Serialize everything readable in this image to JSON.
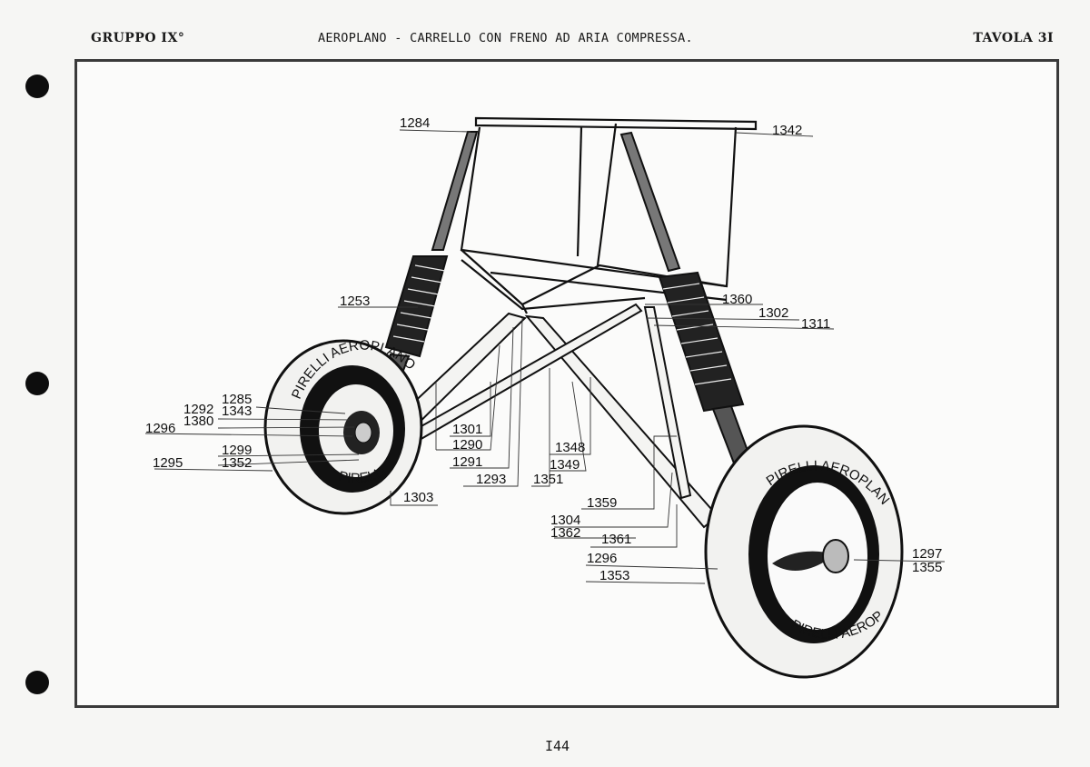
{
  "header": {
    "group": "GRUPPO  IX°",
    "title": "AEROPLANO  -  CARRELLO CON FRENO AD ARIA COMPRESSA.",
    "plate": "TAVOLA 3I"
  },
  "tire_brand": "PIRELLI AEROPLANO",
  "callouts": {
    "c1284": "1284",
    "c1342": "1342",
    "c1253": "1253",
    "c1360": "1360",
    "c1302": "1302",
    "c1311": "1311",
    "c1285": "1285",
    "c1292": "1292",
    "c1343": "1343",
    "c1380": "1380",
    "c1296a": "1296",
    "c1299": "1299",
    "c1295": "1295",
    "c1352": "1352",
    "c1301": "1301",
    "c1290": "1290",
    "c1291": "1291",
    "c1293": "1293",
    "c1351": "1351",
    "c1348": "1348",
    "c1349": "1349",
    "c1303": "1303",
    "c1359": "1359",
    "c1304": "1304",
    "c1362": "1362",
    "c1361": "1361",
    "c1296b": "1296",
    "c1353": "1353",
    "c1297": "1297",
    "c1355": "1355"
  },
  "page_number": "I44"
}
